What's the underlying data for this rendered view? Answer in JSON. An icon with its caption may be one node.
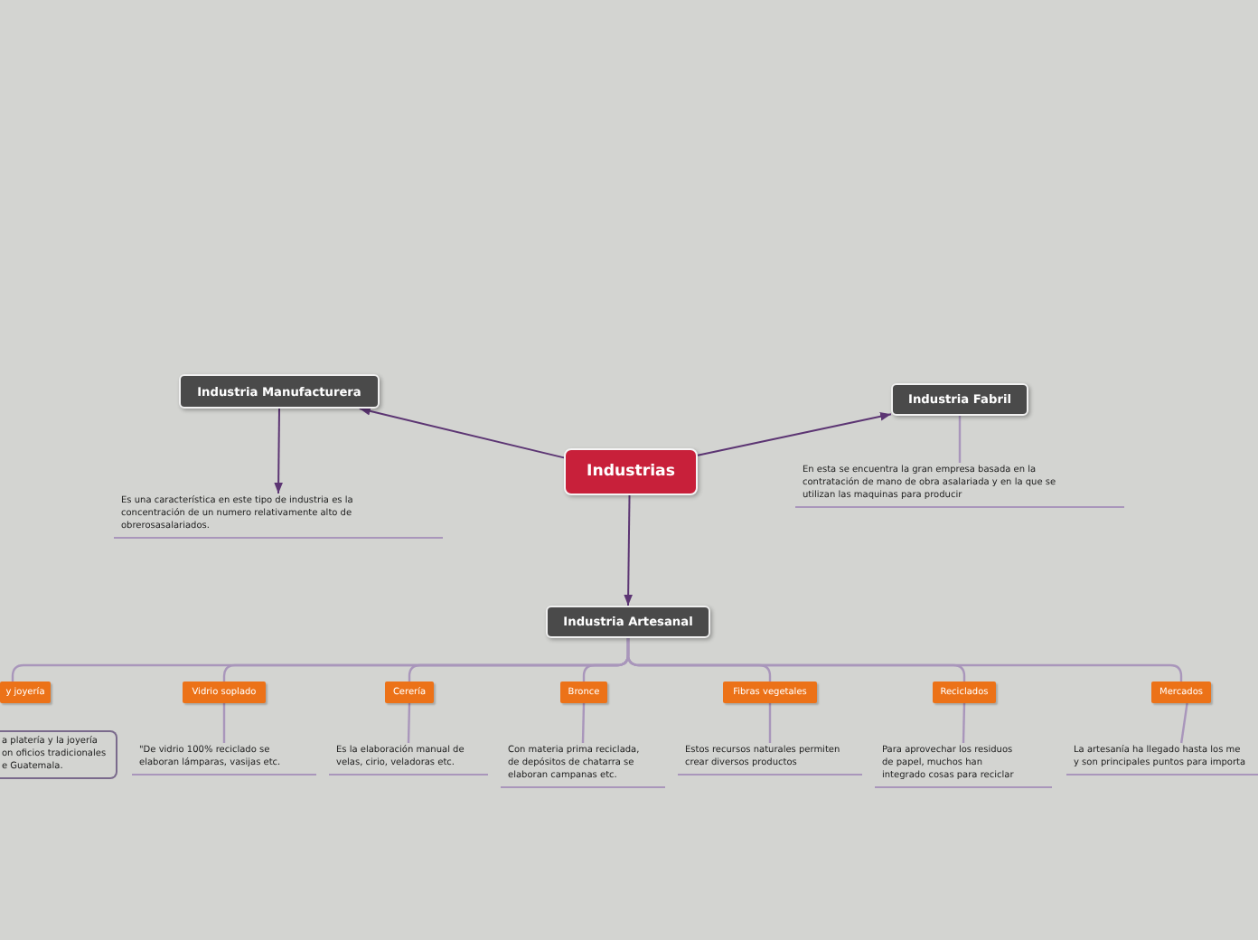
{
  "diagram": {
    "nodes": [
      {
        "text": [
          "Industrias"
        ]
      },
      {
        "text": [
          "Industria Manufacturera"
        ]
      },
      {
        "text": [
          "Industria Fabril"
        ]
      },
      {
        "text": [
          "Es una característica en este tipo de industria es la concentración de un numero relativamente alto de obrerosasalariados."
        ]
      },
      {
        "text": [
          "En esta se encuentra la gran empresa basada en la contratación de mano de obra asalariada y en la que se utilizan las maquinas para producir"
        ]
      },
      {
        "text": [
          "Industria Artesanal"
        ]
      },
      {
        "text": [
          "y joyería"
        ]
      },
      {
        "text": [
          "Vidrio soplado"
        ]
      },
      {
        "text": [
          "Cerería"
        ]
      },
      {
        "text": [
          "Bronce"
        ]
      },
      {
        "text": [
          "Fibras vegetales"
        ]
      },
      {
        "text": [
          "Reciclados"
        ]
      },
      {
        "text": [
          "Mercados"
        ]
      },
      {
        "text": [
          "a platería y la joyería on oficios tradicionales e Guatemala."
        ]
      },
      {
        "text": [
          "\"De vidrio 100% reciclado se elaboran lámparas, vasijas etc."
        ]
      },
      {
        "text": [
          "Es la elaboración manual de velas, cirio, veladoras etc."
        ]
      },
      {
        "text": [
          "Con materia prima reciclada, de depósitos de chatarra se elaboran campanas etc."
        ]
      },
      {
        "text": [
          "Estos recursos naturales permiten crear diversos productos"
        ]
      },
      {
        "text": [
          "Para aprovechar los residuos de papel, muchos han integrado cosas para reciclar"
        ]
      },
      {
        "text": [
          "La artesanía ha llegado hasta los me y son principales puntos para importa"
        ]
      }
    ],
    "edges": [
      {
        "from": 0,
        "to": 1,
        "arrow": "to",
        "color": "#5c3573"
      },
      {
        "from": 0,
        "to": 2,
        "arrow": "to",
        "color": "#5c3573"
      },
      {
        "from": 1,
        "to": 3,
        "arrow": "to",
        "color": "#5c3573"
      },
      {
        "from": 2,
        "to": 4,
        "arrow": "none"
      },
      {
        "from": 0,
        "to": 5,
        "arrow": "to",
        "color": "#5c3573"
      },
      {
        "from": 5,
        "to": 6,
        "arrow": "none"
      },
      {
        "from": 5,
        "to": 7,
        "arrow": "none"
      },
      {
        "from": 5,
        "to": 8,
        "arrow": "none"
      },
      {
        "from": 5,
        "to": 9,
        "arrow": "none"
      },
      {
        "from": 5,
        "to": 10,
        "arrow": "none"
      },
      {
        "from": 5,
        "to": 11,
        "arrow": "none"
      },
      {
        "from": 5,
        "to": 12,
        "arrow": "none"
      },
      {
        "from": 7,
        "to": 14,
        "arrow": "none"
      },
      {
        "from": 8,
        "to": 15,
        "arrow": "none"
      },
      {
        "from": 9,
        "to": 16,
        "arrow": "none"
      },
      {
        "from": 10,
        "to": 17,
        "arrow": "none"
      },
      {
        "from": 11,
        "to": 18,
        "arrow": "none"
      },
      {
        "from": 12,
        "to": 19,
        "arrow": "none"
      }
    ]
  }
}
